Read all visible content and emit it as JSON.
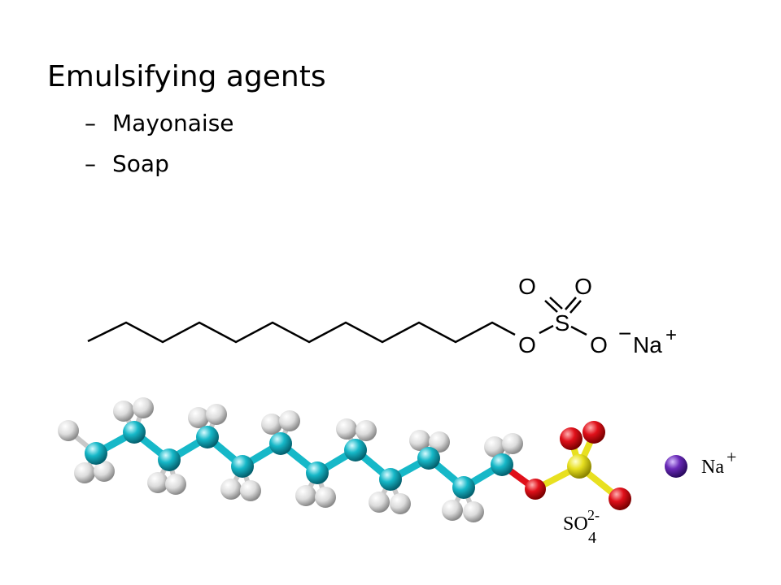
{
  "slide": {
    "title": "Emulsifying agents",
    "bullets": [
      {
        "dash": "–",
        "text": "Mayonaise"
      },
      {
        "dash": "–",
        "text": "Soap"
      }
    ]
  },
  "structure_labels": {
    "oxygen_top_left": "O",
    "oxygen_top_right": "O",
    "sulfur": "S",
    "oxygen_bridge": "O",
    "oxygen_anion": "O",
    "minus": "−",
    "sodium": "Na",
    "plus": "+"
  },
  "model_labels": {
    "sulfate_main": "SO",
    "sulfate_sub": "4",
    "sulfate_sup": "2-",
    "sodium": "Na",
    "plus": "+"
  },
  "colors": {
    "carbon": "#16b8c8",
    "hydrogen": "#e2e2e2",
    "oxygen": "#e0101a",
    "sulfur": "#e8e020",
    "sodium": "#6a2ab8"
  }
}
